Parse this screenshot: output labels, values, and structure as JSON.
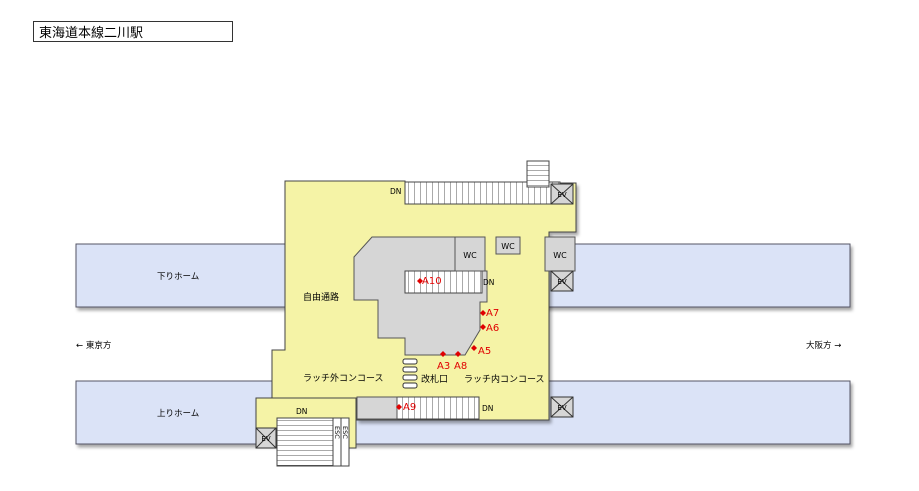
{
  "title": "東海道本線二川駅",
  "directions": {
    "west": "← 東京方",
    "east": "大阪方 →"
  },
  "platforms": {
    "down": "下りホーム",
    "up": "上りホーム"
  },
  "areas": {
    "free_passage": "自由通路",
    "outer_concourse": "ラッチ外コンコース",
    "inner_concourse": "ラッチ内コンコース",
    "ticket_gate": "改札口"
  },
  "labels": {
    "dn": "DN",
    "ev": "EV",
    "wc": "WC",
    "esc": "ESC"
  },
  "exits": [
    "A3",
    "A5",
    "A6",
    "A7",
    "A8",
    "A9",
    "A10"
  ],
  "colors": {
    "platform_fill": "#dbe3f7",
    "concourse_fill": "#f5f3a6",
    "building_fill": "#d6d6d6",
    "exit_marker": "#e00000"
  }
}
